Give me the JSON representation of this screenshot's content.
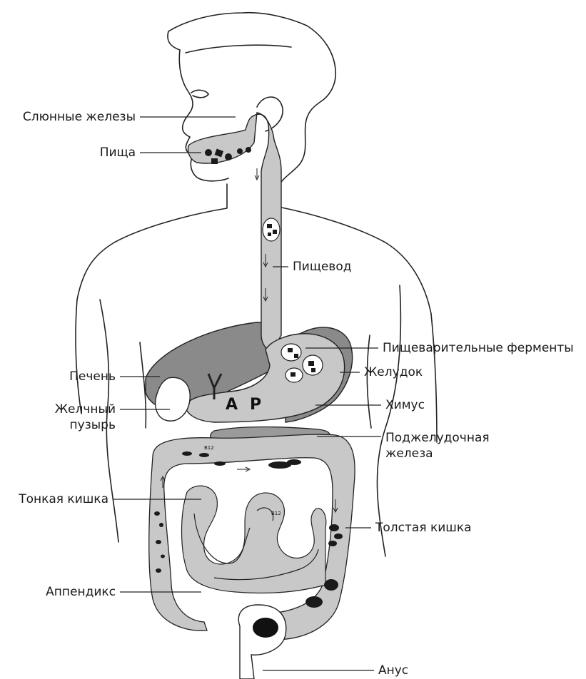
{
  "labels": {
    "salivary_glands": "Слюнные железы",
    "food": "Пища",
    "esophagus": "Пищевод",
    "digestive_enzymes": "Пищеварительные ферменты",
    "liver": "Печень",
    "stomach": "Желудок",
    "chyme": "Химус",
    "gallbladder_line1": "Желчный",
    "gallbladder_line2": "пузырь",
    "pancreas_line1": "Поджелудочная",
    "pancreas_line2": "железа",
    "small_intestine": "Тонкая кишка",
    "large_intestine": "Толстая кишка",
    "appendix": "Аппендикс",
    "anus": "Анус"
  },
  "diagram_text": {
    "a_big": "A",
    "p_big": "P",
    "b12": "B12"
  },
  "colors": {
    "organ_fill": "#c8c8c8",
    "dark_organ": "#8a8a8a",
    "outline": "#222222",
    "food_particles": "#1a1a1a"
  }
}
